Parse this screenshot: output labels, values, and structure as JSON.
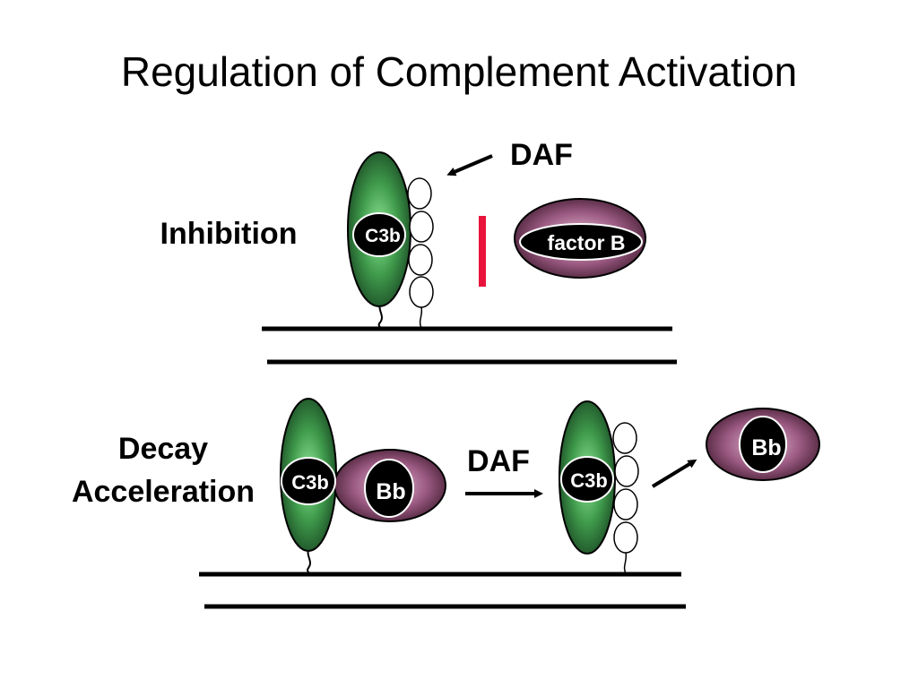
{
  "slide": {
    "title": "Regulation of Complement Activation"
  },
  "inhibition": {
    "label": "Inhibition",
    "daf_label": "DAF",
    "c3b_label": "C3b",
    "factor_b_label": "factor B"
  },
  "decay": {
    "label_line1": "Decay",
    "label_line2": "Acceleration",
    "daf_label": "DAF",
    "c3b_label_before": "C3b",
    "bb_label_before": "Bb",
    "c3b_label_after": "C3b",
    "bb_label_released": "Bb"
  },
  "colors": {
    "c3b_green_light": "#7fe08a",
    "c3b_green_dark": "#1f5a2a",
    "bb_purple_light": "#d9a9c8",
    "bb_purple_dark": "#4a2238",
    "block_red": "#e8143c",
    "membrane": "#000000"
  }
}
